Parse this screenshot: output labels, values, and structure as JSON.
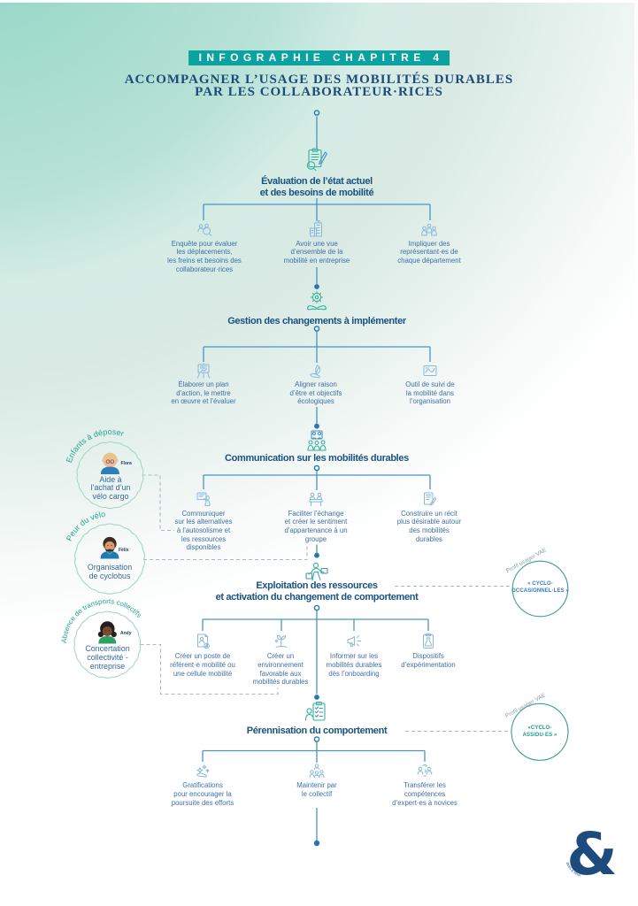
{
  "header": {
    "badge": "INFOGRAPHIE CHAPITRE 4",
    "title": "ACCOMPAGNER L’USAGE DES MOBILITÉS DURABLES\nPAR LES COLLABORATEUR·RICES"
  },
  "stages": [
    {
      "title": "Évaluation de l’état actuel\net des besoins de mobilité",
      "icon": "clipboard-audit",
      "children": [
        {
          "icon": "survey-magnifier",
          "text": "Enquête pour évaluer\nles déplacements,\nles freins et besoins des\ncollaborateur·rices"
        },
        {
          "icon": "company-building",
          "text": "Avoir une vue\nd’ensemble de la\nmobilité en entreprise"
        },
        {
          "icon": "department-people",
          "text": "Impliquer des\nreprésentant·es de\nchaque département"
        }
      ]
    },
    {
      "title": "Gestion des changements à implémenter",
      "icon": "hands-gear",
      "children": [
        {
          "icon": "action-plan-easel",
          "text": "Élaborer un plan\nd’action, le mettre\nen œuvre et l’évaluer"
        },
        {
          "icon": "leaf-hand",
          "text": "Aligner raison\nd’être et objectifs\nécologiques"
        },
        {
          "icon": "tracking-chart",
          "text": "Outil de suivi de\nla mobilité dans\nl’organisation"
        }
      ]
    },
    {
      "title": "Communication sur les mobilités durables",
      "icon": "people-group",
      "children": [
        {
          "icon": "presenter-screen",
          "text": "Communiquer\nsur les alternatives\nà l’autosolisme et\nles ressources\ndisponibles"
        },
        {
          "icon": "people-table",
          "text": "Faciliter l’échange\net créer le sentiment\nd’appartenance à un\ngroupe"
        },
        {
          "icon": "story-pen",
          "text": "Construire un récit\nplus désirable autour\ndes mobilités\ndurables"
        }
      ]
    },
    {
      "title": "Exploitation des ressources\net activation du changement de comportement",
      "icon": "person-resources",
      "children": [
        {
          "icon": "referent-doc",
          "text": "Créer un poste de\nréférent·e mobilité ou\nune cellule mobilité"
        },
        {
          "icon": "environment-plant",
          "text": "Créer un\nenvironnement\nfavorable aux\nmobilités durables"
        },
        {
          "icon": "onboarding-megaphone",
          "text": "Informer sur les\nmobilités durables\ndès l’onboarding"
        },
        {
          "icon": "experiment-flask",
          "text": "Dispositifs\nd’expérimentation"
        }
      ]
    },
    {
      "title": "Pérennisation du comportement",
      "icon": "clipboard-check-person",
      "children": [
        {
          "icon": "reward-hands",
          "text": "Gratifications\npour encourager la\npoursuite des efforts"
        },
        {
          "icon": "collective-circle",
          "text": "Maintenir par\nle collectif"
        },
        {
          "icon": "transfer-experts",
          "text": "Transférer les\ncompétences\nd’expert·es à novices"
        }
      ]
    }
  ],
  "personas": [
    {
      "name": "Flora",
      "barrier": "Enfants à déposer",
      "solution": "Aide à\nl’achat d’un\nvélo cargo"
    },
    {
      "name": "Félix",
      "barrier": "Peur du vélo",
      "solution": "Organisation\nde cyclobus"
    },
    {
      "name": "Andy",
      "barrier": "Absence de transports collectifs",
      "solution": "Concertation\ncollectivité -\nentreprise"
    }
  ],
  "profiles": [
    {
      "context": "Profil usager VAE",
      "label": "« CYCLO-\nOCCASIONNEL·LES »"
    },
    {
      "context": "Profil usager VAE",
      "label": "«CYCLO-\nASSIDU·ES »"
    }
  ],
  "logo": {
    "glyph": "&",
    "tagline": "êtres & lieux"
  },
  "colors": {
    "banner": "#0aa3a0",
    "title_navy": "#1d4a78",
    "heading_navy": "#1a5280",
    "node_blue": "#3e70a6",
    "line_blue": "#4a94c4",
    "dot_blue": "#2678ad",
    "dashed_gray": "#9fb2c8",
    "stage_icon_green": "#33b29e",
    "child_icon_blue": "#8ab7dc",
    "persona_green": "#a5d7c7",
    "barrier_teal": "#27a392",
    "profile_stroke": "#3fa090"
  }
}
